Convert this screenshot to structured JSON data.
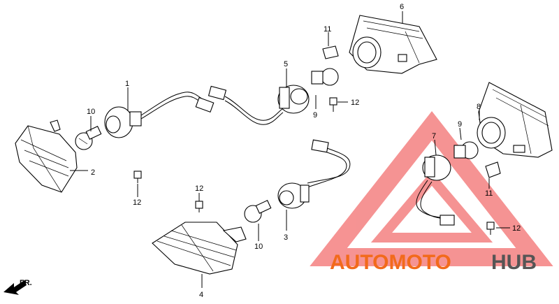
{
  "diagram": {
    "callouts": [
      "1",
      "2",
      "3",
      "4",
      "5",
      "6",
      "7",
      "8",
      "9",
      "9",
      "10",
      "10",
      "11",
      "11",
      "12",
      "12",
      "12",
      "12"
    ],
    "direction_label": "FR."
  },
  "watermark": {
    "word_part1": "AUTOMOTO",
    "word_part2": "HUB",
    "color_primary": "#f26a1b",
    "color_secondary": "#555555",
    "triangle_color": "#ee3b3b"
  }
}
